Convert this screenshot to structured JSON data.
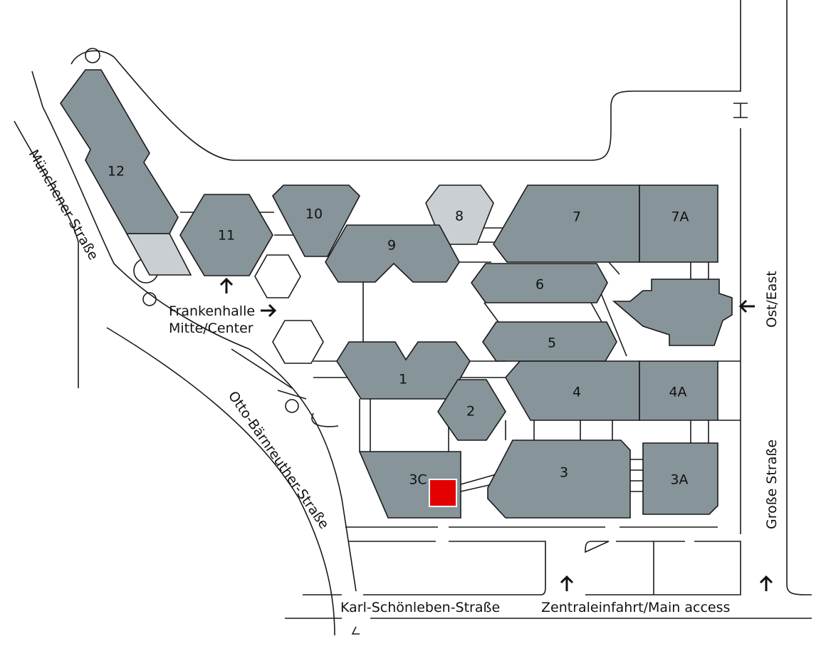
{
  "map": {
    "halls": [
      {
        "id": "12",
        "label": "12"
      },
      {
        "id": "11",
        "label": "11"
      },
      {
        "id": "10",
        "label": "10"
      },
      {
        "id": "9",
        "label": "9"
      },
      {
        "id": "8",
        "label": "8"
      },
      {
        "id": "7",
        "label": "7"
      },
      {
        "id": "7A",
        "label": "7A"
      },
      {
        "id": "6",
        "label": "6"
      },
      {
        "id": "5",
        "label": "5"
      },
      {
        "id": "4",
        "label": "4"
      },
      {
        "id": "4A",
        "label": "4A"
      },
      {
        "id": "1",
        "label": "1"
      },
      {
        "id": "2",
        "label": "2"
      },
      {
        "id": "3",
        "label": "3"
      },
      {
        "id": "3A",
        "label": "3A"
      },
      {
        "id": "3C",
        "label": "3C"
      }
    ],
    "entrances": {
      "frankenhalle_line1": "Frankenhalle",
      "frankenhalle_line2": "Mitte/Center",
      "east": "Ost/East",
      "main": "Zentraleinfahrt/Main access"
    },
    "streets": {
      "muenchener": "Münchener Straße",
      "otto": "Otto-Bärnreuther-Straße",
      "karl": "Karl-Schönleben-Straße",
      "grosse": "Große Straße"
    },
    "colors": {
      "hall": "#87949a",
      "hall_light": "#c9cfd2",
      "marker": "#e30000"
    },
    "highlight_hall": "3C"
  }
}
